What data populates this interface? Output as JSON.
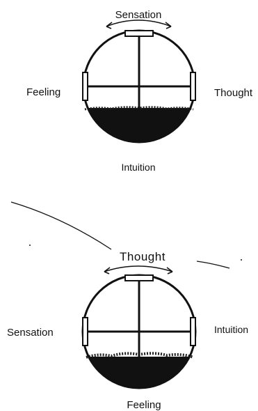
{
  "diagrams": [
    {
      "top": "Sensation",
      "left": "Feeling",
      "right": "Thought",
      "bottom": "Intuition"
    },
    {
      "top": "Thought",
      "left": "Sensation",
      "right": "Intuition",
      "bottom": "Feeling"
    }
  ],
  "colors": {
    "ink": "#111111",
    "background": "#ffffff"
  }
}
